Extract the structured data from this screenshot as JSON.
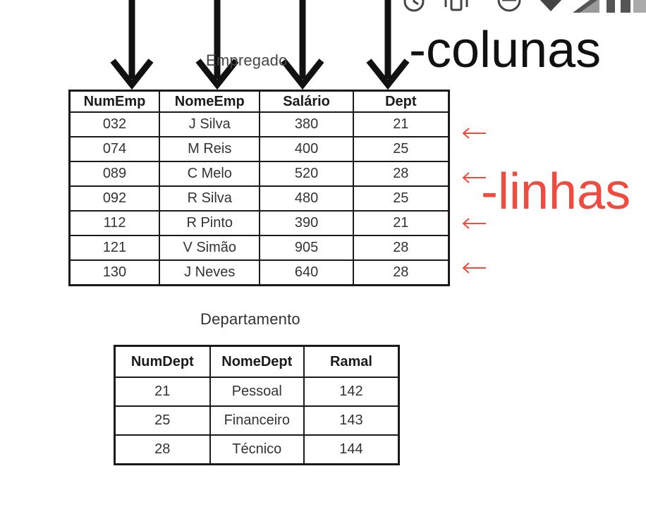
{
  "labels": {
    "columns": "-colunas",
    "rows": "-linhas"
  },
  "empregado": {
    "caption": "Empregado",
    "headers": [
      "NumEmp",
      "NomeEmp",
      "Salário",
      "Dept"
    ],
    "rows": [
      [
        "032",
        "J Silva",
        "380",
        "21"
      ],
      [
        "074",
        "M Reis",
        "400",
        "25"
      ],
      [
        "089",
        "C Melo",
        "520",
        "28"
      ],
      [
        "092",
        "R Silva",
        "480",
        "25"
      ],
      [
        "112",
        "R Pinto",
        "390",
        "21"
      ],
      [
        "121",
        "V Simão",
        "905",
        "28"
      ],
      [
        "130",
        "J Neves",
        "640",
        "28"
      ]
    ]
  },
  "departamento": {
    "caption": "Departamento",
    "headers": [
      "NumDept",
      "NomeDept",
      "Ramal"
    ],
    "rows": [
      [
        "21",
        "Pessoal",
        "142"
      ],
      [
        "25",
        "Financeiro",
        "143"
      ],
      [
        "28",
        "Técnico",
        "144"
      ]
    ]
  },
  "colors": {
    "arrow_black": "#111111",
    "row_label_red": "#f14a3e",
    "table_border": "#1a1a1a"
  },
  "icons": {
    "status_bar": [
      "alarm-icon",
      "vibrate-icon",
      "do-not-disturb-icon",
      "wifi-icon",
      "signal-icon",
      "battery-icon"
    ],
    "column_pointer": "arrow-down-icon",
    "row_pointer": "arrow-left-icon"
  }
}
